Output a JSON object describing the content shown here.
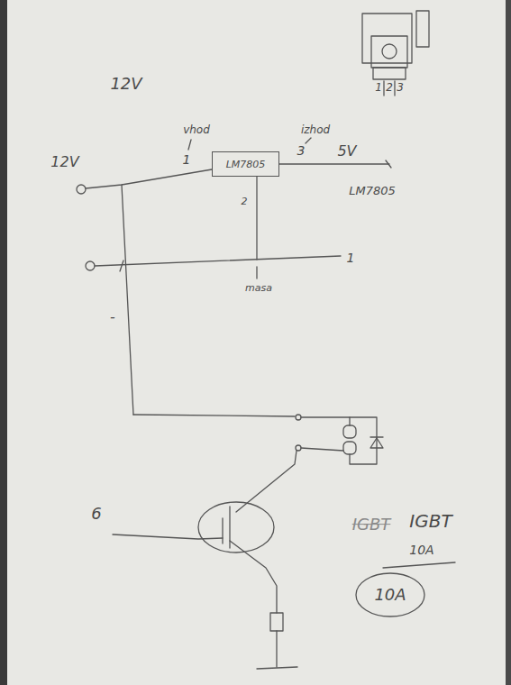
{
  "diagram": {
    "nodes": [
      {
        "text": [
          "LM7805"
        ]
      }
    ],
    "labels": [
      "12V",
      "12V",
      "vhod",
      "1",
      "izhod",
      "3",
      "5V",
      "1",
      "2",
      "3",
      "LM7805",
      "2",
      "masa",
      "1",
      "-",
      "6",
      "IGBT",
      "IGBT",
      "10A",
      "10A"
    ]
  }
}
